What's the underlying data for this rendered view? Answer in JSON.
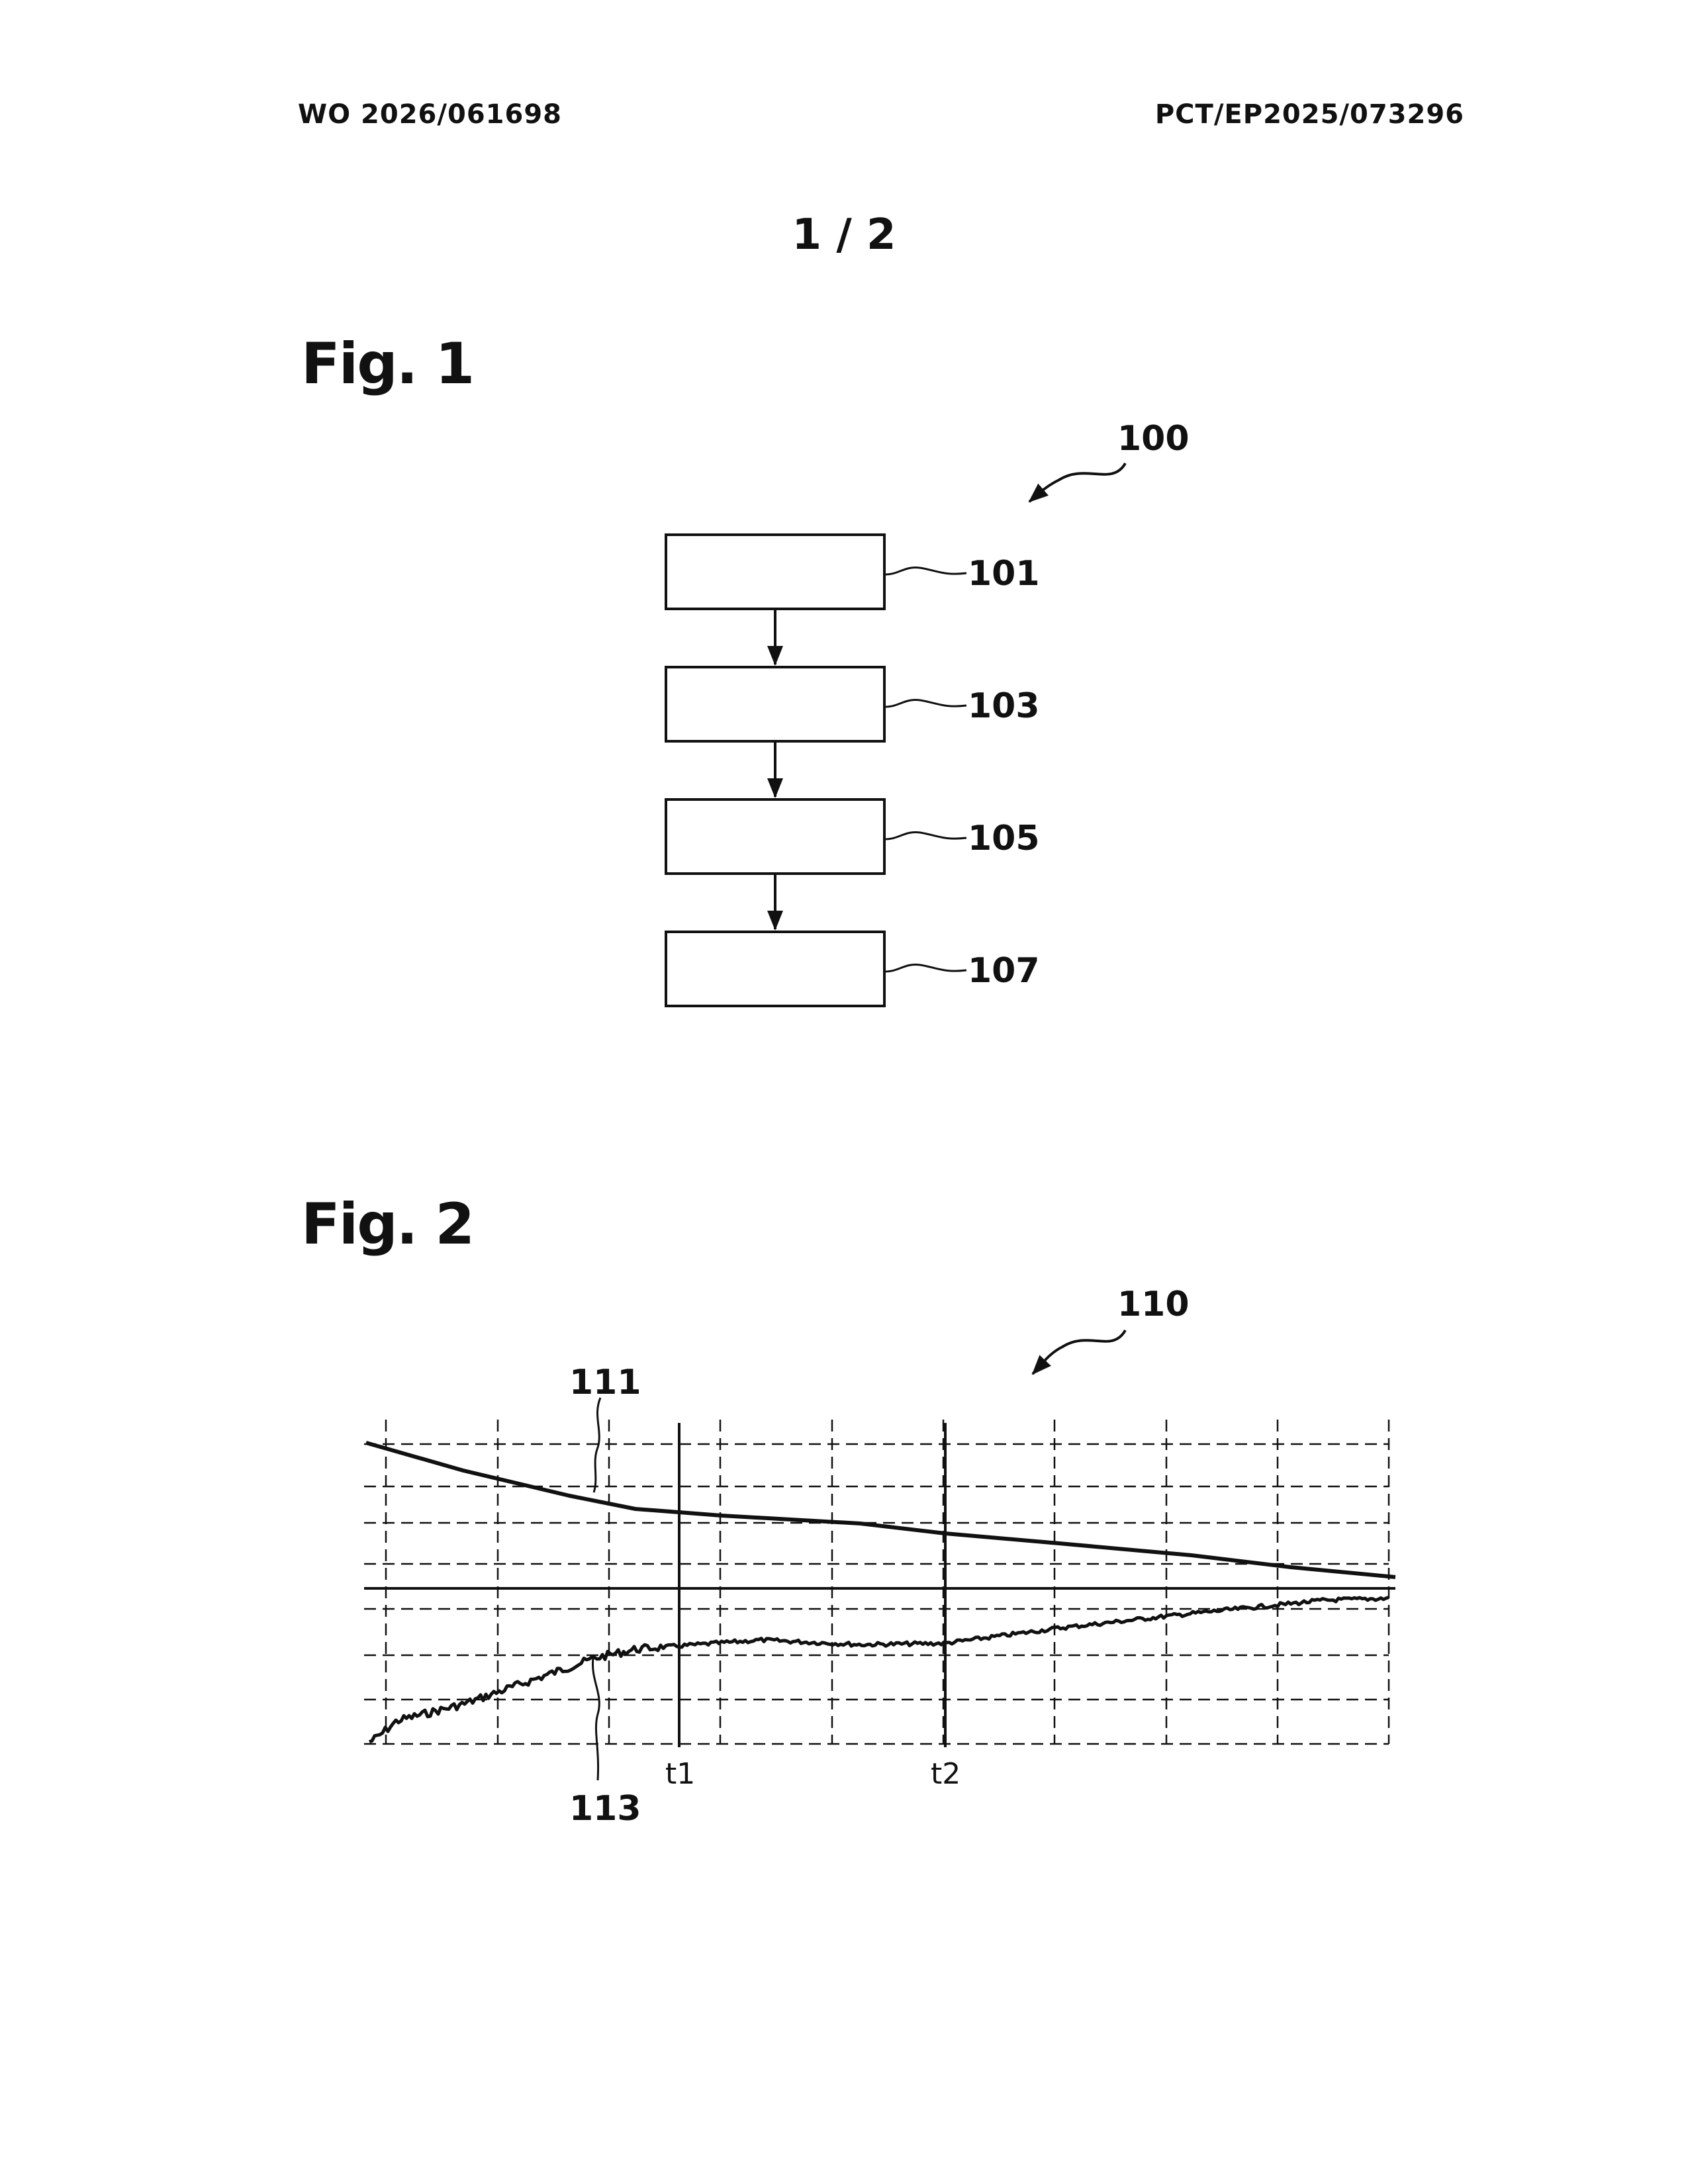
{
  "header": {
    "publication_number": "WO 2026/061698",
    "application_number": "PCT/EP2025/073296"
  },
  "sheet": "1 / 2",
  "fig1": {
    "label": "Fig. 1",
    "ref": "100",
    "steps": [
      "101",
      "103",
      "105",
      "107"
    ]
  },
  "fig2": {
    "label": "Fig. 2",
    "ref": "110",
    "curve_upper": "111",
    "curve_lower": "113",
    "marker1": "t1",
    "marker2": "t2"
  }
}
